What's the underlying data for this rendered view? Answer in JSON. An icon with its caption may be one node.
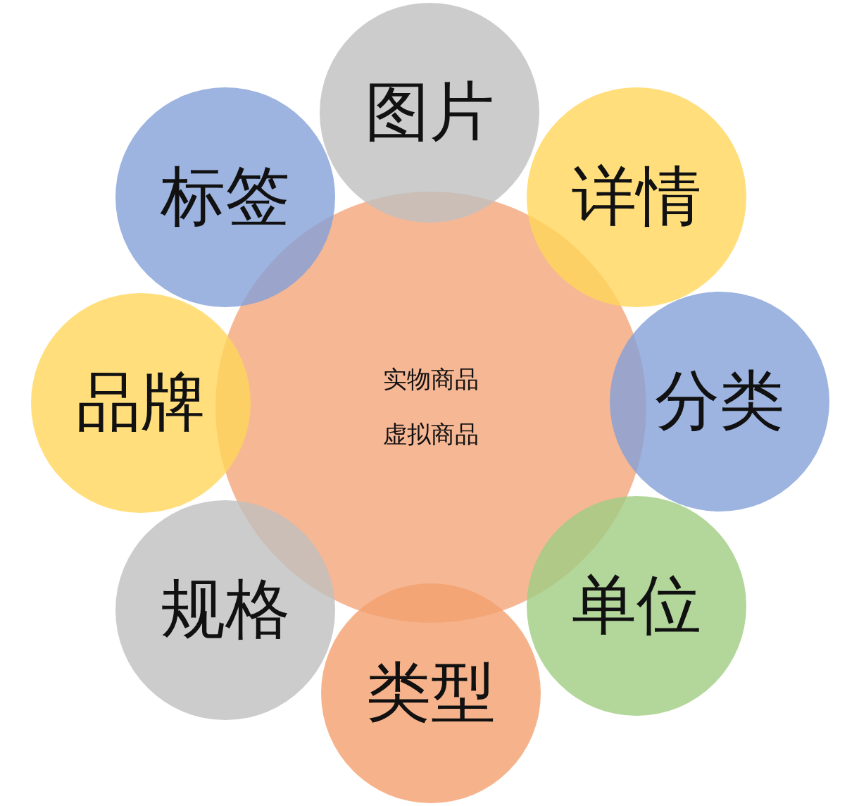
{
  "diagram": {
    "nodes": [
      {
        "text": [
          "实物商品",
          "虚拟商品"
        ]
      },
      {
        "text": [
          "图片"
        ]
      },
      {
        "text": [
          "详情"
        ]
      },
      {
        "text": [
          "分类"
        ]
      },
      {
        "text": [
          "单位"
        ]
      },
      {
        "text": [
          "类型"
        ]
      },
      {
        "text": [
          "规格"
        ]
      },
      {
        "text": [
          "品牌"
        ]
      },
      {
        "text": [
          "标签"
        ]
      }
    ]
  }
}
